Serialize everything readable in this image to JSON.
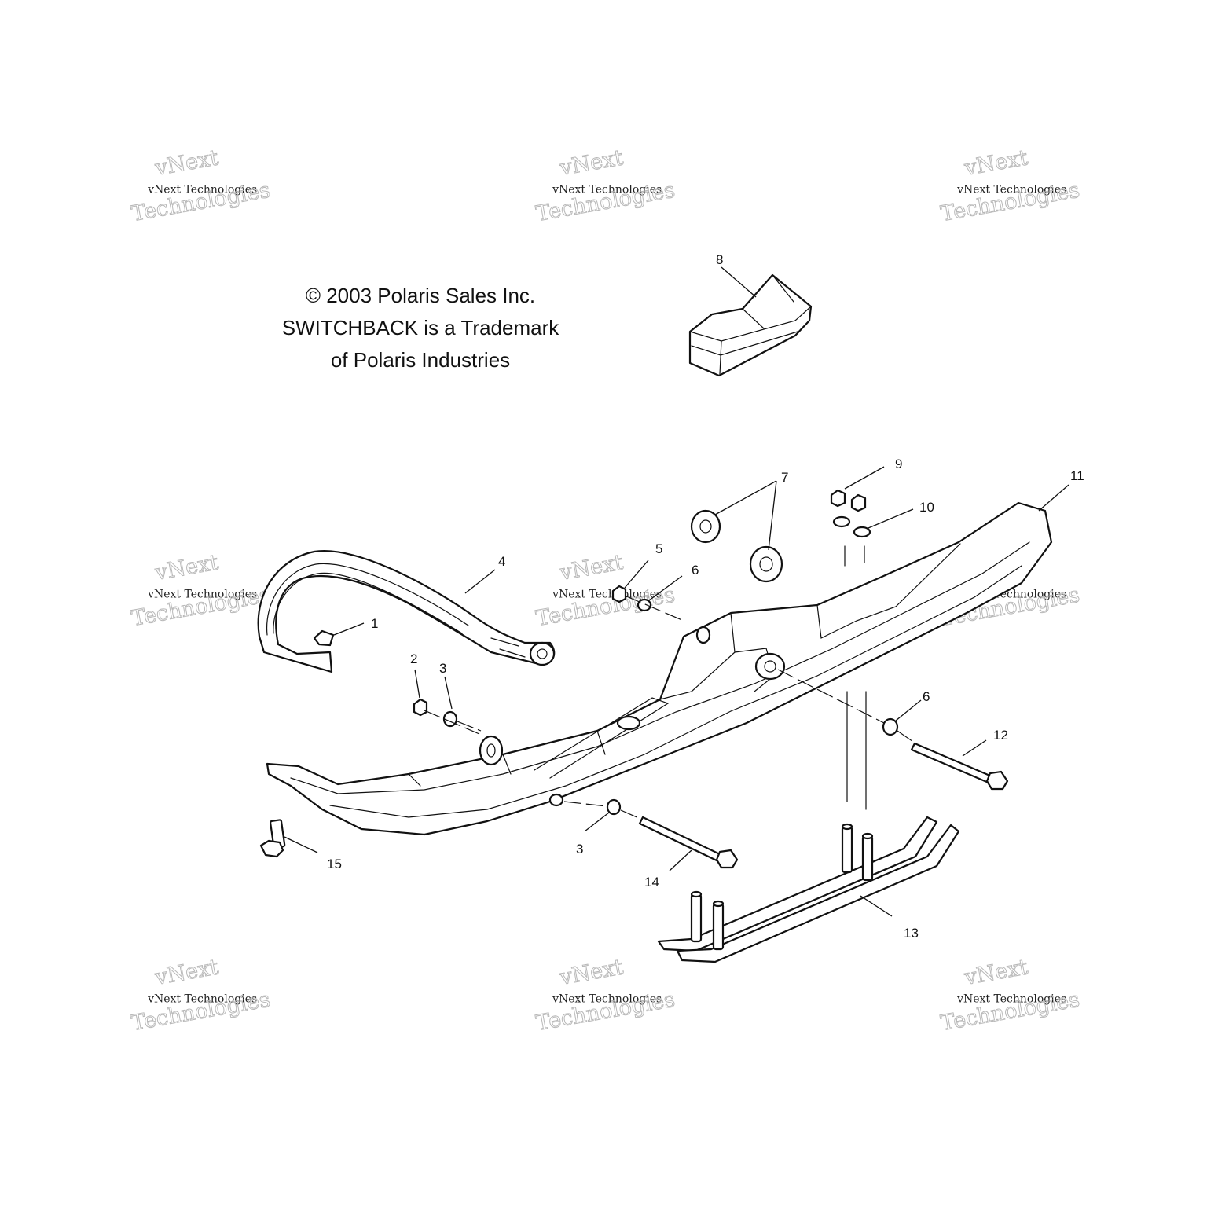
{
  "notice": {
    "line1": "© 2003 Polaris Sales Inc.",
    "line2": "SWITCHBACK is a Trademark",
    "line3": "of Polaris Industries"
  },
  "watermark": {
    "brand": "vNext",
    "small_text": "vNext Technologies",
    "large_text": "Technologies"
  },
  "callouts": {
    "c1": "1",
    "c2": "2",
    "c3a": "3",
    "c3b": "3",
    "c4": "4",
    "c5": "5",
    "c6a": "6",
    "c6b": "6",
    "c7": "7",
    "c8": "8",
    "c9": "9",
    "c10": "10",
    "c11": "11",
    "c12": "12",
    "c13": "13",
    "c14": "14",
    "c15": "15"
  }
}
